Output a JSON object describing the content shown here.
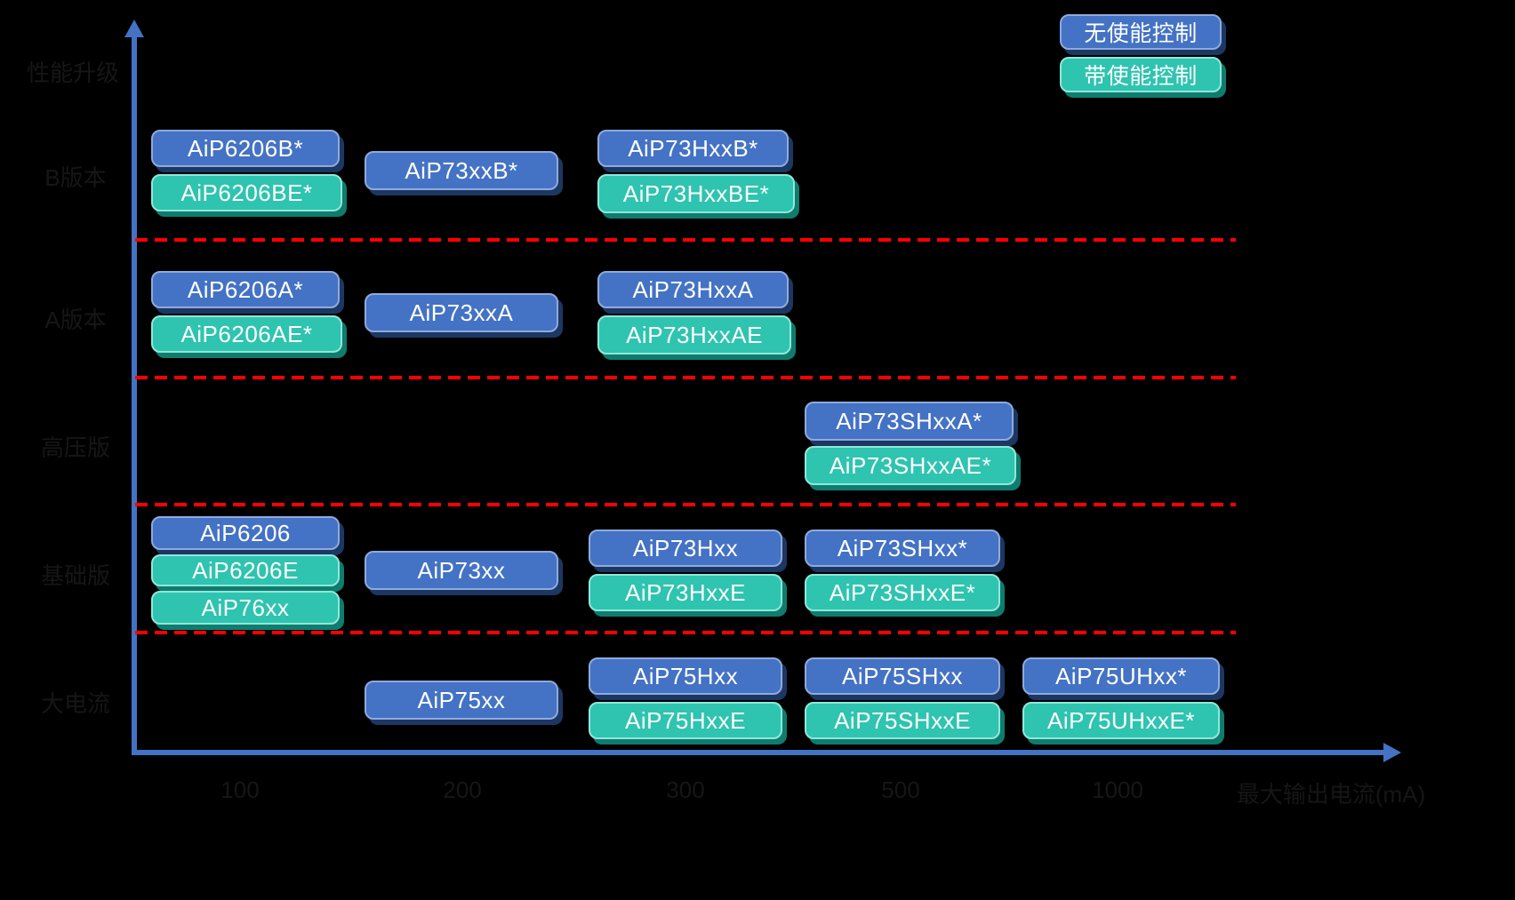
{
  "legend": {
    "items": [
      {
        "label": "无使能控制",
        "style": "blue"
      },
      {
        "label": "带使能控制",
        "style": "teal"
      }
    ]
  },
  "axes": {
    "y_title": "性能升级",
    "x_title": "最大输出电流(mA)",
    "x_ticks": [
      "100",
      "200",
      "300",
      "500",
      "1000"
    ],
    "row_labels": [
      "B版本",
      "A版本",
      "高压版",
      "基础版",
      "大电流"
    ]
  },
  "pills": [
    {
      "label": "AiP6206B*"
    },
    {
      "label": "AiP6206BE*"
    },
    {
      "label": "AiP73xxB*"
    },
    {
      "label": "AiP73HxxB*"
    },
    {
      "label": "AiP73HxxBE*"
    },
    {
      "label": "AiP6206A*"
    },
    {
      "label": "AiP6206AE*"
    },
    {
      "label": "AiP73xxA"
    },
    {
      "label": "AiP73HxxA"
    },
    {
      "label": "AiP73HxxAE"
    },
    {
      "label": "AiP73SHxxA*"
    },
    {
      "label": "AiP73SHxxAE*"
    },
    {
      "label": "AiP6206"
    },
    {
      "label": "AiP6206E"
    },
    {
      "label": "AiP76xx"
    },
    {
      "label": "AiP73xx"
    },
    {
      "label": "AiP73Hxx"
    },
    {
      "label": "AiP73HxxE"
    },
    {
      "label": "AiP73SHxx*"
    },
    {
      "label": "AiP73SHxxE*"
    },
    {
      "label": "AiP75xx"
    },
    {
      "label": "AiP75Hxx"
    },
    {
      "label": "AiP75HxxE"
    },
    {
      "label": "AiP75SHxx"
    },
    {
      "label": "AiP75SHxxE"
    },
    {
      "label": "AiP75UHxx*"
    },
    {
      "label": "AiP75UHxxE*"
    }
  ],
  "chart_data": {
    "type": "table",
    "title": "",
    "xlabel": "最大输出电流(mA)",
    "ylabel": "性能升级",
    "x_ticks": [
      "100",
      "200",
      "300",
      "500",
      "1000"
    ],
    "legend": [
      {
        "label": "无使能控制",
        "color": "#4472C4"
      },
      {
        "label": "带使能控制",
        "color": "#2EC4B0"
      }
    ],
    "rows": [
      {
        "row_label": "B版本",
        "items": [
          {
            "name": "AiP6206B*",
            "enable_control": false,
            "column": 1
          },
          {
            "name": "AiP6206BE*",
            "enable_control": true,
            "column": 1
          },
          {
            "name": "AiP73xxB*",
            "enable_control": false,
            "column": 2
          },
          {
            "name": "AiP73HxxB*",
            "enable_control": false,
            "column": 3
          },
          {
            "name": "AiP73HxxBE*",
            "enable_control": true,
            "column": 3
          }
        ]
      },
      {
        "row_label": "A版本",
        "items": [
          {
            "name": "AiP6206A*",
            "enable_control": false,
            "column": 1
          },
          {
            "name": "AiP6206AE*",
            "enable_control": true,
            "column": 1
          },
          {
            "name": "AiP73xxA",
            "enable_control": false,
            "column": 2
          },
          {
            "name": "AiP73HxxA",
            "enable_control": false,
            "column": 3
          },
          {
            "name": "AiP73HxxAE",
            "enable_control": true,
            "column": 3
          }
        ]
      },
      {
        "row_label": "高压版",
        "items": [
          {
            "name": "AiP73SHxxA*",
            "enable_control": false,
            "column": 4
          },
          {
            "name": "AiP73SHxxAE*",
            "enable_control": true,
            "column": 4
          }
        ]
      },
      {
        "row_label": "基础版",
        "items": [
          {
            "name": "AiP6206",
            "enable_control": false,
            "column": 1
          },
          {
            "name": "AiP6206E",
            "enable_control": true,
            "column": 1
          },
          {
            "name": "AiP76xx",
            "enable_control": true,
            "column": 1
          },
          {
            "name": "AiP73xx",
            "enable_control": false,
            "column": 2
          },
          {
            "name": "AiP73Hxx",
            "enable_control": false,
            "column": 3
          },
          {
            "name": "AiP73HxxE",
            "enable_control": true,
            "column": 3
          },
          {
            "name": "AiP73SHxx*",
            "enable_control": false,
            "column": 4
          },
          {
            "name": "AiP73SHxxE*",
            "enable_control": true,
            "column": 4
          }
        ]
      },
      {
        "row_label": "大电流",
        "items": [
          {
            "name": "AiP75xx",
            "enable_control": false,
            "column": 2
          },
          {
            "name": "AiP75Hxx",
            "enable_control": false,
            "column": 3
          },
          {
            "name": "AiP75HxxE",
            "enable_control": true,
            "column": 3
          },
          {
            "name": "AiP75SHxx",
            "enable_control": false,
            "column": 4
          },
          {
            "name": "AiP75SHxxE",
            "enable_control": true,
            "column": 4
          },
          {
            "name": "AiP75UHxx*",
            "enable_control": false,
            "column": 5
          },
          {
            "name": "AiP75UHxxE*",
            "enable_control": true,
            "column": 5
          }
        ]
      }
    ]
  }
}
